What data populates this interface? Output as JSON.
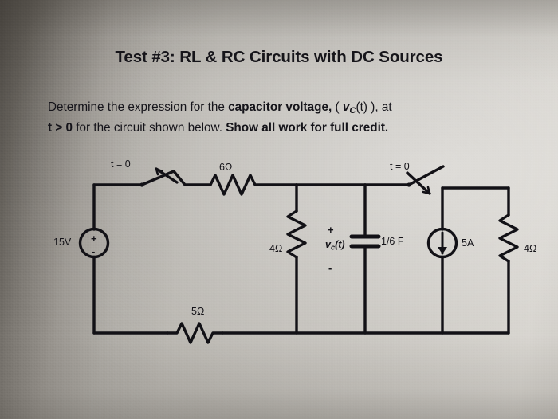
{
  "document": {
    "title": "Test #3: RL & RC Circuits with DC Sources",
    "prompt": {
      "line1_part1": "Determine the expression for the ",
      "line1_bold": "capacitor voltage,",
      "line1_paren_open": " ( ",
      "line1_v": "v",
      "line1_v_sub": "C",
      "line1_v_arg": "(t)",
      "line1_paren_close": " ), ",
      "line1_tail": "at",
      "line2_bold_t": "t > 0",
      "line2_mid": " for the circuit shown below. ",
      "line2_bold_tail": "Show all work for full credit."
    }
  },
  "circuit": {
    "ink_color": "#121116",
    "labels": {
      "switch_left": "t = 0",
      "switch_right": "t = 0",
      "source_voltage": "15V",
      "source_plus": "+",
      "source_minus": "-",
      "resistor_top": "6Ω",
      "resistor_bottom": "5Ω",
      "resistor_mid": "4Ω",
      "resistor_right": "4Ω",
      "current_source": "5A",
      "capacitor": "1/6 F",
      "cap_voltage_v": "v",
      "cap_voltage_sub": "c",
      "cap_voltage_arg": "(t)",
      "cap_plus": "+",
      "cap_minus": "-"
    },
    "components": [
      {
        "name": "voltage-source",
        "type": "dc-voltage-source",
        "value": "15V"
      },
      {
        "name": "switch-left",
        "type": "spst-switch",
        "state": "open",
        "label": "t = 0"
      },
      {
        "name": "resistor-6ohm",
        "type": "resistor",
        "value": "6Ω",
        "orientation": "horizontal"
      },
      {
        "name": "resistor-5ohm",
        "type": "resistor",
        "value": "5Ω",
        "orientation": "horizontal"
      },
      {
        "name": "resistor-4ohm-mid",
        "type": "resistor",
        "value": "4Ω",
        "orientation": "vertical"
      },
      {
        "name": "capacitor",
        "type": "capacitor",
        "value": "1/6 F",
        "orientation": "vertical"
      },
      {
        "name": "switch-right",
        "type": "spst-switch",
        "state": "open",
        "label": "t = 0"
      },
      {
        "name": "current-source-5a",
        "type": "dc-current-source",
        "value": "5A",
        "direction": "down"
      },
      {
        "name": "resistor-4ohm-right",
        "type": "resistor",
        "value": "4Ω",
        "orientation": "vertical"
      }
    ]
  }
}
